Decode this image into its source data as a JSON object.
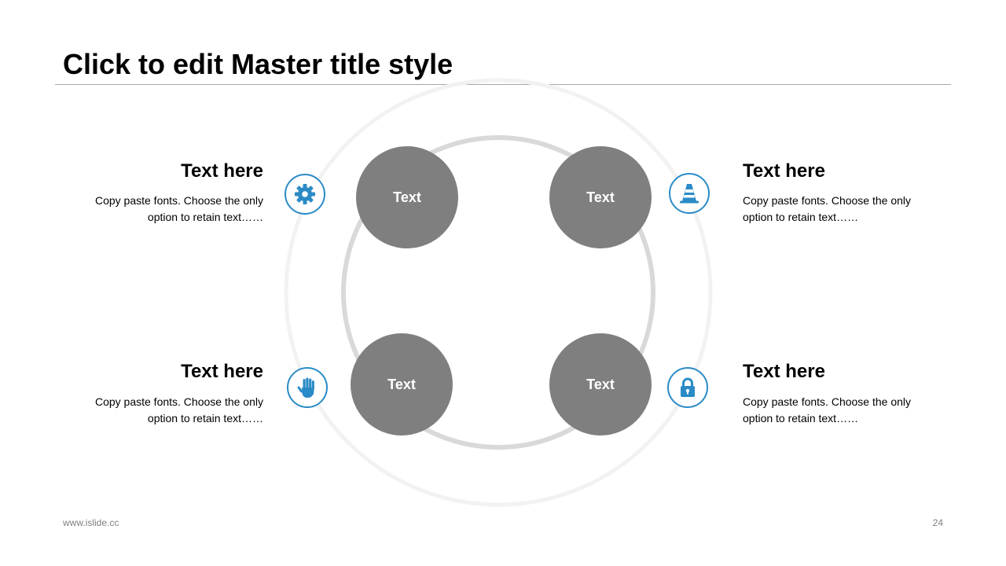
{
  "slide": {
    "title": "Click to edit Master title style",
    "footer_site": "www.islide.cc",
    "page_number": "24",
    "accent_color": "#2a8bc6",
    "node_color": "#7f7f7f"
  },
  "nodes": [
    {
      "label": "Text"
    },
    {
      "label": "Text"
    },
    {
      "label": "Text"
    },
    {
      "label": "Text"
    }
  ],
  "items": [
    {
      "heading": "Text here",
      "body": "Copy paste fonts. Choose the only option to retain text……",
      "icon": "gear-icon"
    },
    {
      "heading": "Text here",
      "body": "Copy paste fonts. Choose the only option to retain text……",
      "icon": "traffic-cone-icon"
    },
    {
      "heading": "Text here",
      "body": "Copy paste fonts. Choose the only option to retain text……",
      "icon": "hand-icon"
    },
    {
      "heading": "Text here",
      "body": "Copy paste fonts. Choose the only option to retain text……",
      "icon": "lock-icon"
    }
  ]
}
